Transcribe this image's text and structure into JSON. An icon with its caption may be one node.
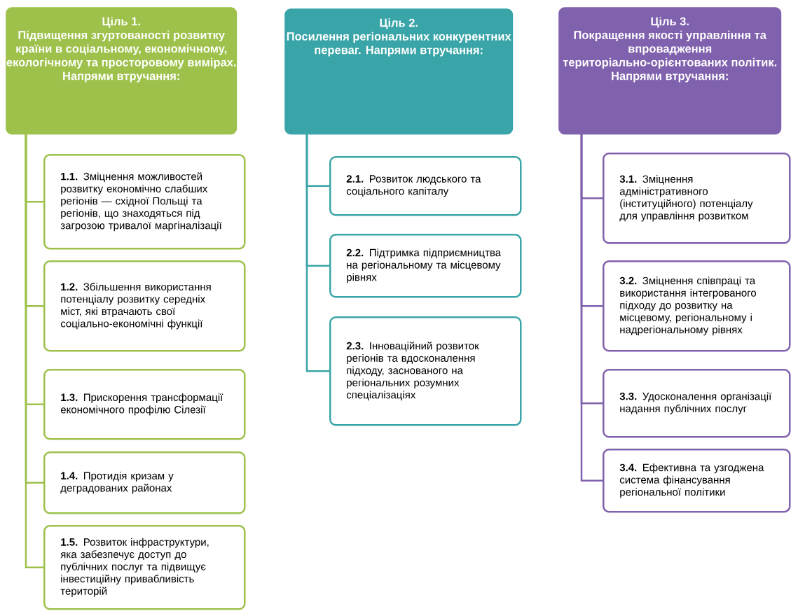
{
  "diagram": {
    "nodes": [
      {
        "text": [
          "Ціль 1.",
          "Підвищення згуртованості розвитку країни в соціальному, економічному, екологічному та просторовому вимірах. Напрями втручання:"
        ]
      },
      {
        "text": [
          "**1.1.** Зміцнення можливостей розвитку економічно слабших регіонів — східної Польщі та регіонів, що знаходяться під загрозою тривалої маргіналізації"
        ]
      },
      {
        "text": [
          "**1.2.** Збільшення використання потенціалу розвитку середніх міст, які втрачають свої соціально-економічні функції"
        ]
      },
      {
        "text": [
          "**1.3.** Прискорення трансформації економічного профілю Сілезії"
        ]
      },
      {
        "text": [
          "**1.4.** Протидія кризам у деградованих районах"
        ]
      },
      {
        "text": [
          "**1.5.** Розвиток інфраструктури, яка забезпечує доступ до публічних послуг та підвищує інвестиційну привабливість територій"
        ]
      },
      {
        "text": [
          "Ціль 2.",
          "Посилення регіональних конкурентних переваг. Напрями втручання:"
        ]
      },
      {
        "text": [
          "**2.1.** Розвиток людського та соціального капіталу"
        ]
      },
      {
        "text": [
          "**2.2.** Підтримка підприємництва на регіональному та місцевому рівнях"
        ]
      },
      {
        "text": [
          "**2.3.** Інноваційний розвиток регіонів та вдосконалення підходу, заснованого на регіональних розумних спеціалізаціях"
        ]
      },
      {
        "text": [
          "Ціль 3.",
          "Покращення якості управління та впровадження територіально-орієнтованих політик. Напрями втручання:"
        ]
      },
      {
        "text": [
          "**3.1.** Зміцнення адміністративного (інституційного) потенціалу для управління розвитком"
        ]
      },
      {
        "text": [
          "**3.2.** Зміцнення співпраці та використання інтегрованого підходу до розвитку на місцевому, регіональному і надрегіональному рівнях"
        ]
      },
      {
        "text": [
          "**3.3.** Удосконалення організації надання публічних послуг"
        ]
      },
      {
        "text": [
          "**3.4.** Ефективна та узгоджена система фінансування регіональної політики"
        ]
      }
    ],
    "edges": [
      {
        "from": 0,
        "to": 1,
        "arrow": "none"
      },
      {
        "from": 0,
        "to": 2,
        "arrow": "none"
      },
      {
        "from": 0,
        "to": 3,
        "arrow": "none"
      },
      {
        "from": 0,
        "to": 4,
        "arrow": "none"
      },
      {
        "from": 0,
        "to": 5,
        "arrow": "none"
      },
      {
        "from": 6,
        "to": 7,
        "arrow": "none",
        "color": "#3aa5a8"
      },
      {
        "from": 6,
        "to": 8,
        "arrow": "none",
        "color": "#3aa5a8"
      },
      {
        "from": 6,
        "to": 9,
        "arrow": "none",
        "color": "#3aa5a8"
      },
      {
        "from": 10,
        "to": 11,
        "arrow": "none",
        "color": "#8061ad"
      },
      {
        "from": 10,
        "to": 12,
        "arrow": "none",
        "color": "#8061ad"
      },
      {
        "from": 10,
        "to": 13,
        "arrow": "none",
        "color": "#8061ad"
      },
      {
        "from": 10,
        "to": 14,
        "arrow": "none",
        "color": "#8061ad"
      }
    ]
  }
}
